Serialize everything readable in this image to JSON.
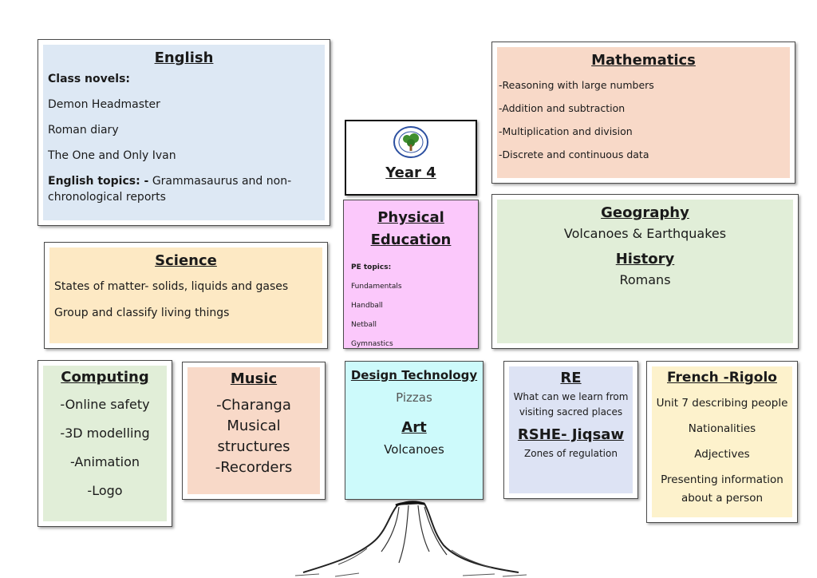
{
  "english": {
    "title": "English",
    "novels_label": "Class novels:",
    "novels": [
      "Demon Headmaster",
      "Roman diary",
      "The One and Only Ivan"
    ],
    "topics_label": "English topics: -",
    "topics_text": " Grammasaurus and non-chronological reports"
  },
  "maths": {
    "title": "Mathematics",
    "items": [
      "-Reasoning with large numbers",
      "-Addition and subtraction",
      "-Multiplication and division",
      "-Discrete and continuous data"
    ]
  },
  "year": {
    "title": "Year 4"
  },
  "pe": {
    "title_line1": "Physical",
    "title_line2": "Education",
    "topics_label": "PE topics:",
    "items": [
      "Fundamentals",
      "Handball",
      "Netball",
      "Gymnastics"
    ]
  },
  "geography": {
    "title": "Geography",
    "text": "Volcanoes & Earthquakes"
  },
  "history": {
    "title": "History",
    "text": "Romans"
  },
  "science": {
    "title": "Science",
    "items": [
      "States of matter- solids, liquids and gases",
      "Group and classify living things"
    ]
  },
  "computing": {
    "title": "Computing",
    "items": [
      "-Online safety",
      "-3D modelling",
      "-Animation",
      "-Logo"
    ]
  },
  "music": {
    "title": "Music",
    "lines": [
      "-Charanga",
      "Musical",
      "structures",
      "-Recorders"
    ]
  },
  "dt": {
    "title": "Design Technology",
    "text": "Pizzas"
  },
  "art": {
    "title": "Art",
    "text": "Volcanoes"
  },
  "re": {
    "title": "RE",
    "text": "What can we learn from visiting sacred places"
  },
  "rshe": {
    "title": "RSHE- Jiqsaw",
    "text": "Zones of regulation"
  },
  "french": {
    "title": "French -Rigolo",
    "items": [
      "Unit 7 describing people",
      "Nationalities",
      "Adjectives",
      "Presenting information about a person"
    ]
  },
  "colors": {
    "english": "#dde8f4",
    "maths": "#f8d9c8",
    "pe": "#fbc8fb",
    "geography": "#e1eed8",
    "science": "#fde9c4",
    "computing": "#e1eed8",
    "music": "#f8d9c8",
    "dt": "#cdfafb",
    "re": "#dde3f4",
    "french": "#fdf2cc"
  }
}
